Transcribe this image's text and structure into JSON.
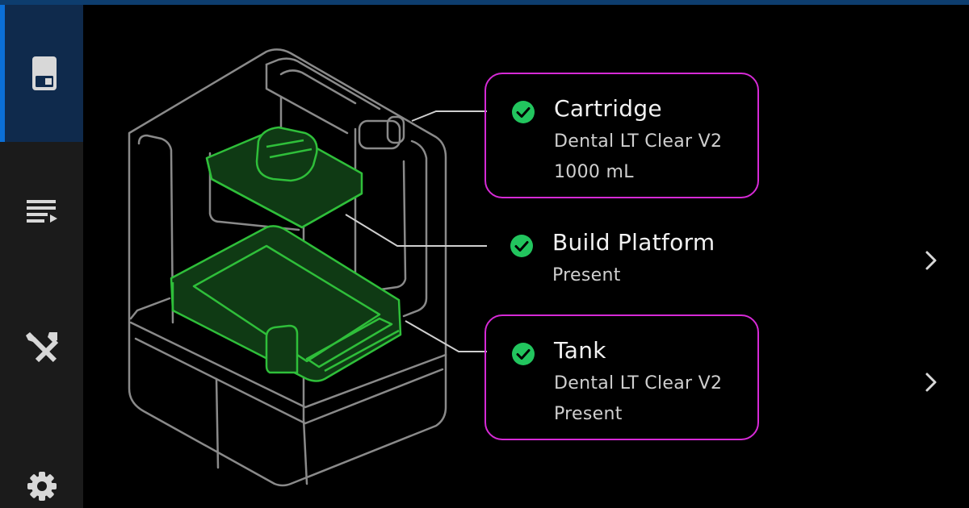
{
  "nav": {
    "items": [
      {
        "icon": "printer-icon",
        "active": true
      },
      {
        "icon": "queue-icon",
        "active": false
      },
      {
        "icon": "tools-icon",
        "active": false
      },
      {
        "icon": "gear-icon",
        "active": false
      }
    ]
  },
  "components": {
    "cartridge": {
      "title": "Cartridge",
      "material": "Dental LT Clear V2",
      "volume": "1000 mL",
      "status": "ok"
    },
    "build_platform": {
      "title": "Build Platform",
      "status_text": "Present",
      "status": "ok"
    },
    "tank": {
      "title": "Tank",
      "material": "Dental LT Clear V2",
      "status_text": "Present",
      "status": "ok"
    }
  },
  "colors": {
    "accent": "#d62ad6",
    "check": "#22c55e",
    "highlight": "#2fbf3a",
    "outline": "#8a8a8a",
    "active_nav": "#0b6fd6"
  }
}
